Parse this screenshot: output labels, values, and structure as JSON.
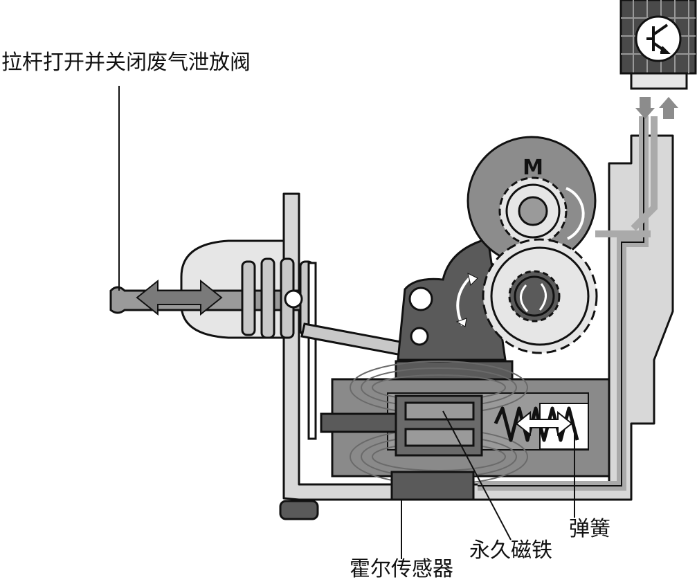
{
  "labels": {
    "rod": "拉杆打开并关闭废气泄放阀",
    "spring": "弹簧",
    "magnet": "永久磁铁",
    "hall_sensor": "霍尔传感器",
    "motor": "M"
  },
  "colors": {
    "ink": "#111111",
    "dark_gray": "#5a5a5a",
    "mid_gray": "#8c8c8c",
    "light_gray": "#c8c8c8",
    "pale_gray": "#e6e6e6"
  }
}
